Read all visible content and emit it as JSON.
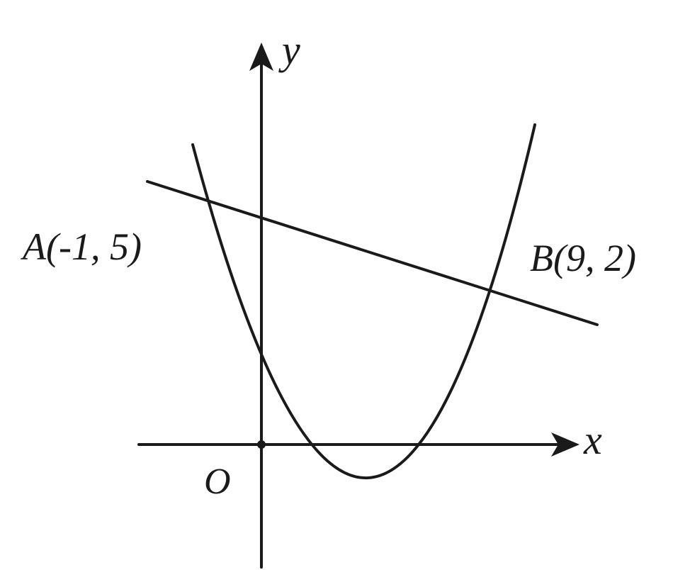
{
  "axes": {
    "x_label": "x",
    "y_label": "y",
    "origin_label": "O"
  },
  "points": {
    "A": {
      "label": "A(-1, 5)"
    },
    "B": {
      "label": "B(9, 2)"
    }
  },
  "colors": {
    "ink": "#1a1a1a",
    "background": "#ffffff"
  }
}
